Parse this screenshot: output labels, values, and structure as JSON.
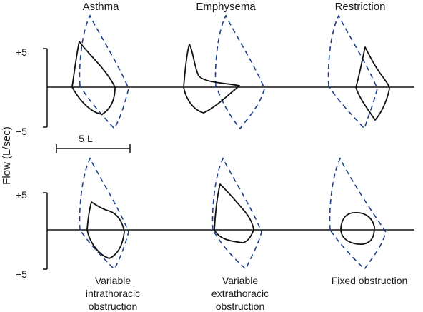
{
  "titles": {
    "asthma": "Asthma",
    "emphysema": "Emphysema",
    "restriction": "Restriction"
  },
  "axis": {
    "ylabel": "Flow (L/sec)",
    "top_plus": "+5",
    "top_minus": "−5",
    "bottom_plus": "+5",
    "bottom_minus": "−5",
    "scale_bar": "5 L"
  },
  "captions": {
    "vit_1": "Variable",
    "vit_2": "intrathoracic",
    "vit_3": "obstruction",
    "vet_1": "Variable",
    "vet_2": "extrathoracic",
    "vet_3": "obstruction",
    "fixed": "Fixed obstruction"
  },
  "colors": {
    "normal_loop": "#1f3f8f",
    "patient_loop": "#111111"
  }
}
